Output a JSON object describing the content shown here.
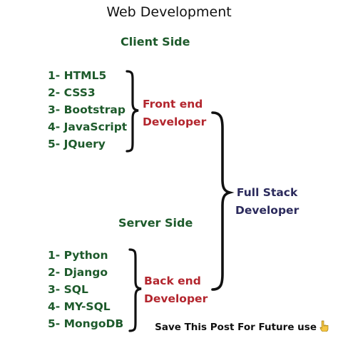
{
  "title": "Web Development",
  "client": {
    "heading": "Client Side",
    "items": [
      "1- HTML5",
      "2- CSS3",
      "3- Bootstrap",
      "4- JavaScript",
      "5- JQuery"
    ],
    "role_line1": "Front end",
    "role_line2": "Developer"
  },
  "server": {
    "heading": "Server Side",
    "items": [
      "1- Python",
      "2- Django",
      "3- SQL",
      "4- MY-SQL",
      "5- MongoDB"
    ],
    "role_line1": "Back end",
    "role_line2": "Developer"
  },
  "fullstack": {
    "line1": "Full Stack",
    "line2": "Developer"
  },
  "footer": {
    "text": "Save This Post For Future use",
    "icon": "pointing-down-hand-icon"
  },
  "colors": {
    "title": "#111111",
    "heading": "#1d5a2b",
    "list": "#1d5a2b",
    "role_red": "#b3262e",
    "fullstack": "#2b2a5c",
    "brace": "#111111",
    "hand": "#f4c542"
  }
}
